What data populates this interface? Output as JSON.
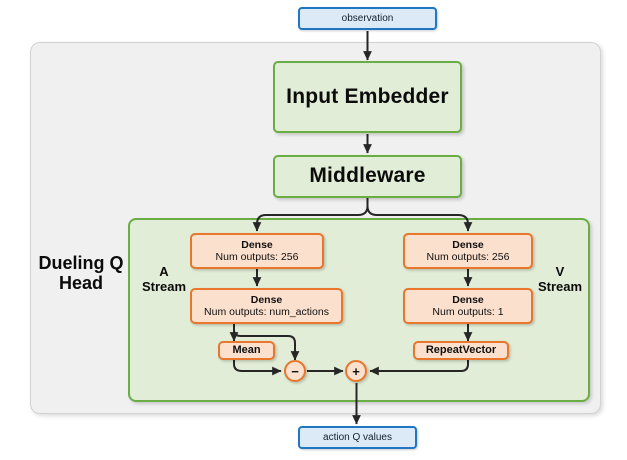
{
  "diagram": {
    "title": "Dueling Q Head",
    "input_node": {
      "label": "observation"
    },
    "output_node": {
      "label": "action Q values"
    },
    "embedder_node": {
      "label": "Input Embedder"
    },
    "middleware_node": {
      "label": "Middleware"
    },
    "head_label_line1": "Dueling Q",
    "head_label_line2": "Head",
    "a_stream_label_line1": "A",
    "a_stream_label_line2": "Stream",
    "v_stream_label_line1": "V",
    "v_stream_label_line2": "Stream",
    "a_stream": {
      "dense_1": {
        "line1": "Dense",
        "line2": "Num outputs: 256"
      },
      "dense_2": {
        "line1": "Dense",
        "line2": "Num outputs: num_actions"
      },
      "mean": {
        "line1": "Mean"
      }
    },
    "v_stream": {
      "dense_1": {
        "line1": "Dense",
        "line2": "Num outputs: 256"
      },
      "dense_2": {
        "line1": "Dense",
        "line2": "Num outputs: 1"
      },
      "repeat_vector": {
        "line1": "RepeatVector"
      }
    },
    "operators": {
      "subtract": "−",
      "add": "+"
    },
    "colors": {
      "io_fill": "#dce9f7",
      "io_border": "#1f77c4",
      "module_fill": "#e1edd6",
      "module_border": "#6aad44",
      "layer_fill": "#fbe0cd",
      "layer_border": "#e8762c",
      "container_fill": "#f0f0f0",
      "container_border": "#d2d2d2",
      "edge": "#262626",
      "background": "#ffffff"
    }
  }
}
